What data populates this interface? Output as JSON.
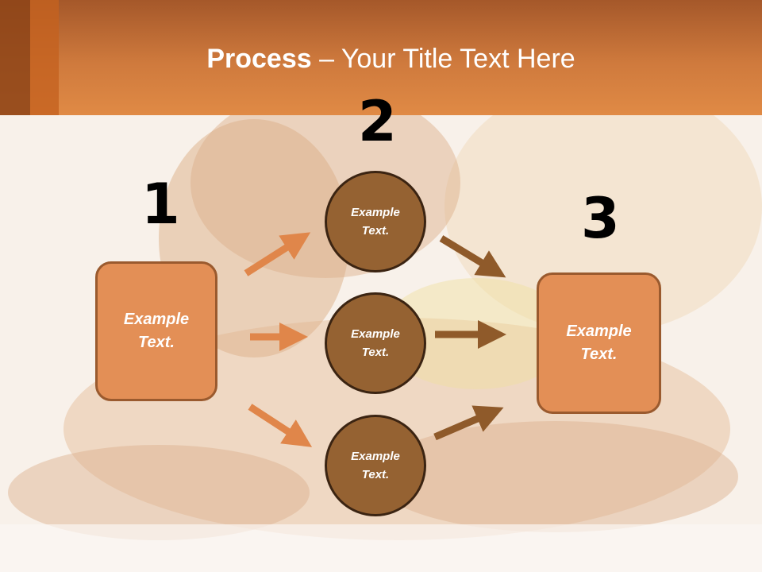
{
  "header": {
    "title_bold": "Process",
    "title_rest": " – Your Title Text Here"
  },
  "steps": {
    "one": "1",
    "two": "2",
    "three": "3"
  },
  "nodes": {
    "left_box": "Example\nText.",
    "circle_top": "Example\nText.",
    "circle_middle": "Example\nText.",
    "circle_bottom": "Example\nText.",
    "right_box": "Example\nText."
  },
  "colors": {
    "header": "#cf7a3d",
    "box_fill": "#e38f56",
    "circle_fill": "#956232",
    "arrow_light": "#e0864a",
    "arrow_dark": "#8f5a2a"
  }
}
